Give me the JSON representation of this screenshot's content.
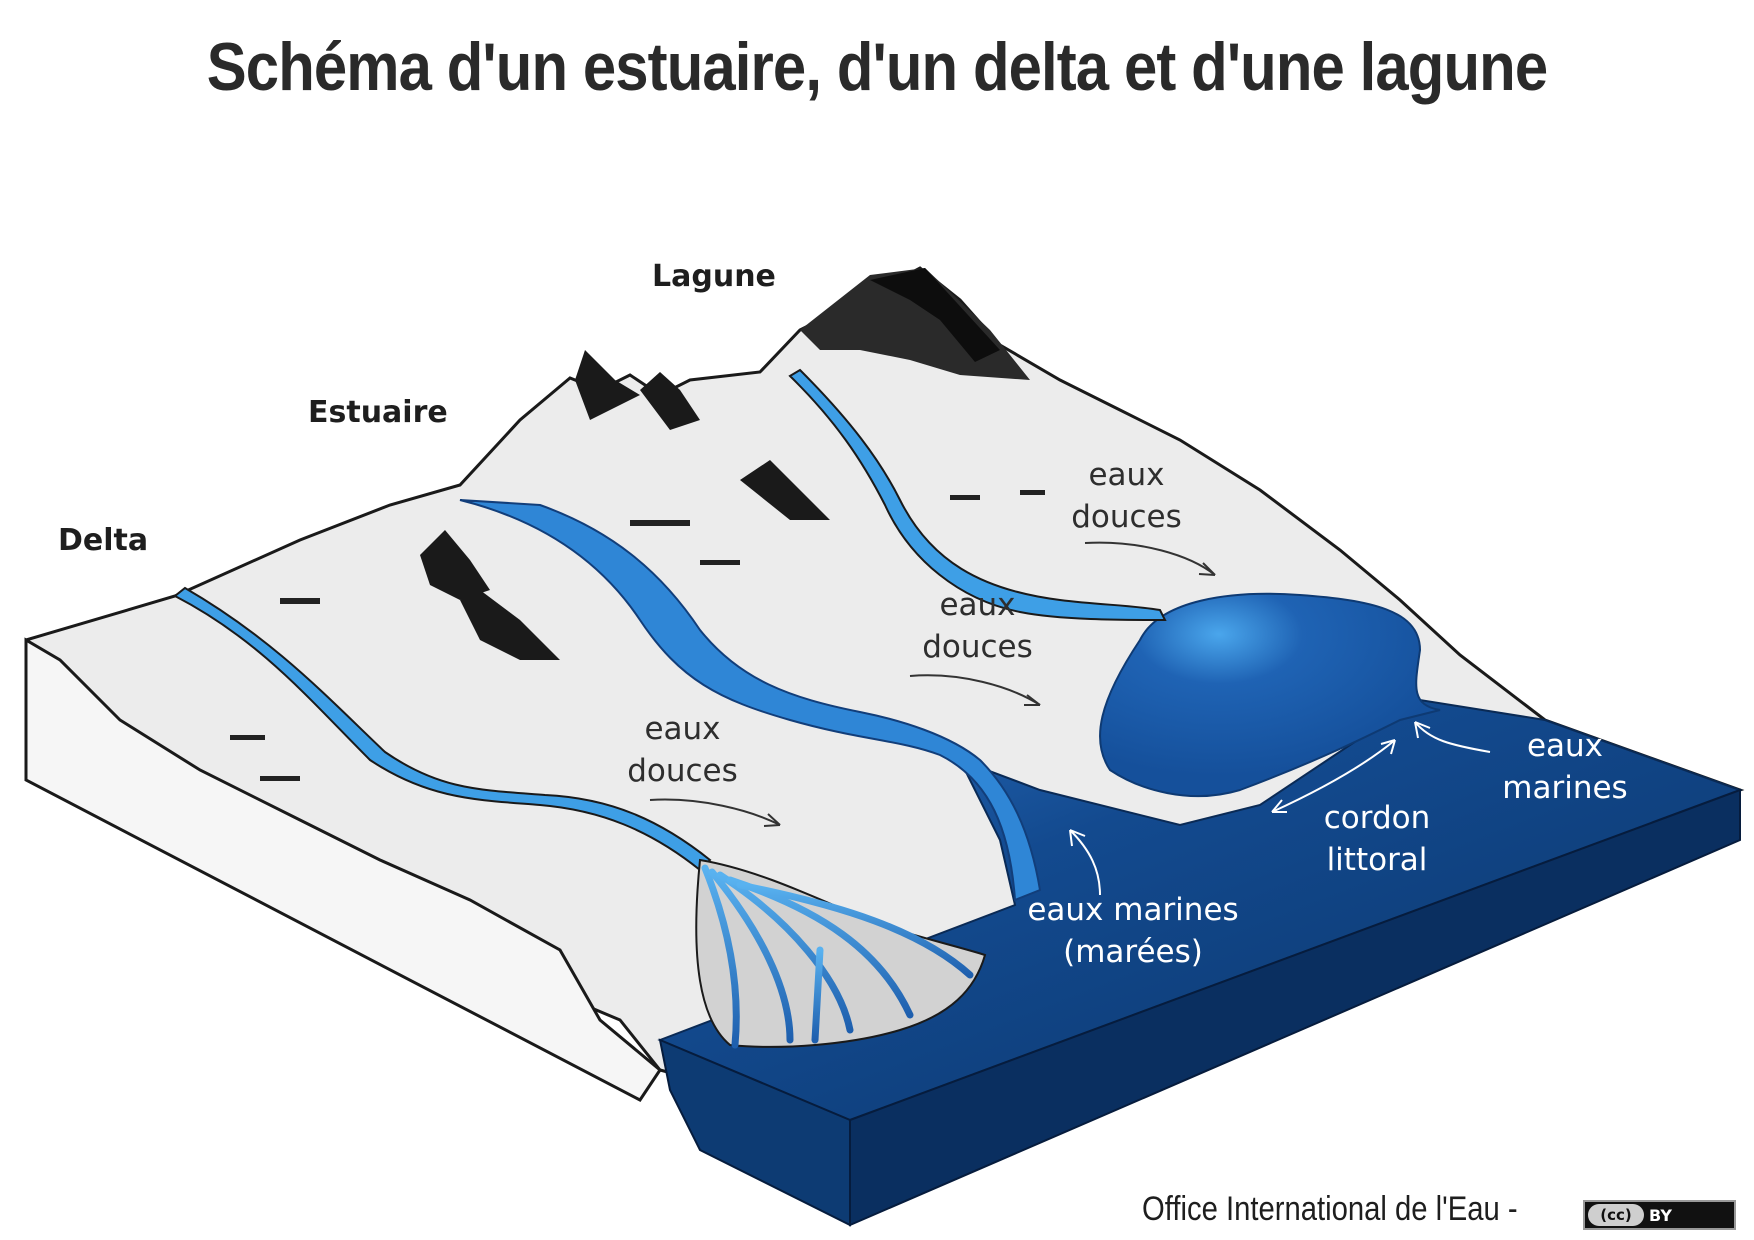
{
  "title": "Schéma d'un estuaire, d'un delta et d'une lagune",
  "sections": {
    "delta": "Delta",
    "estuaire": "Estuaire",
    "lagune": "Lagune"
  },
  "labels": {
    "eaux_douces_delta": [
      "eaux",
      "douces"
    ],
    "eaux_douces_estuaire": [
      "eaux",
      "douces"
    ],
    "eaux_douces_lagune": [
      "eaux",
      "douces"
    ],
    "eaux_marines_marees": [
      "eaux marines",
      "(marées)"
    ],
    "cordon_littoral": [
      "cordon",
      "littoral"
    ],
    "eaux_marines_lagune": [
      "eaux",
      "marines"
    ]
  },
  "credit": "Office International de l'Eau -",
  "license_badge": {
    "cc": "(cc)",
    "by": "BY"
  },
  "colors": {
    "land": "#ececec",
    "sea_dark": "#0b3870",
    "sea_mid": "#174f98",
    "river": "#3e9fe6",
    "outline": "#1a1a1a"
  }
}
